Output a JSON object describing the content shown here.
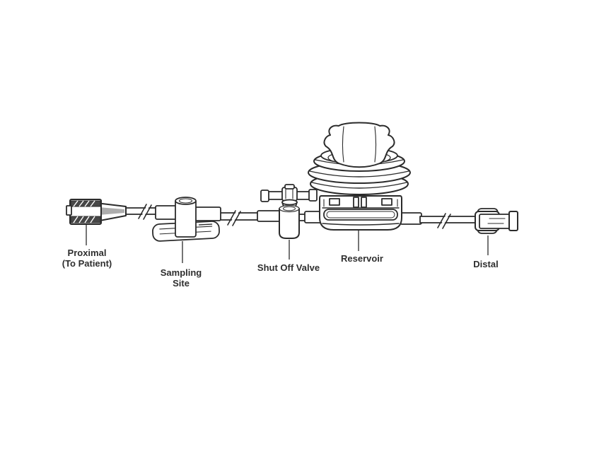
{
  "diagram": {
    "type": "medical-device-line-drawing",
    "parts": [
      {
        "name": "proximal-connector",
        "label_lines": [
          "Proximal",
          "(To Patient)"
        ]
      },
      {
        "name": "sampling-site",
        "label_lines": [
          "Sampling",
          "Site"
        ]
      },
      {
        "name": "shut-off-valve",
        "label_lines": [
          "Shut Off Valve"
        ]
      },
      {
        "name": "reservoir",
        "label_lines": [
          "Reservoir"
        ]
      },
      {
        "name": "distal-connector",
        "label_lines": [
          "Distal"
        ]
      }
    ],
    "colors": {
      "line": "#2b2b2b",
      "shade_dark": "#474747",
      "shade_light": "#adadad",
      "background": "#ffffff"
    }
  }
}
